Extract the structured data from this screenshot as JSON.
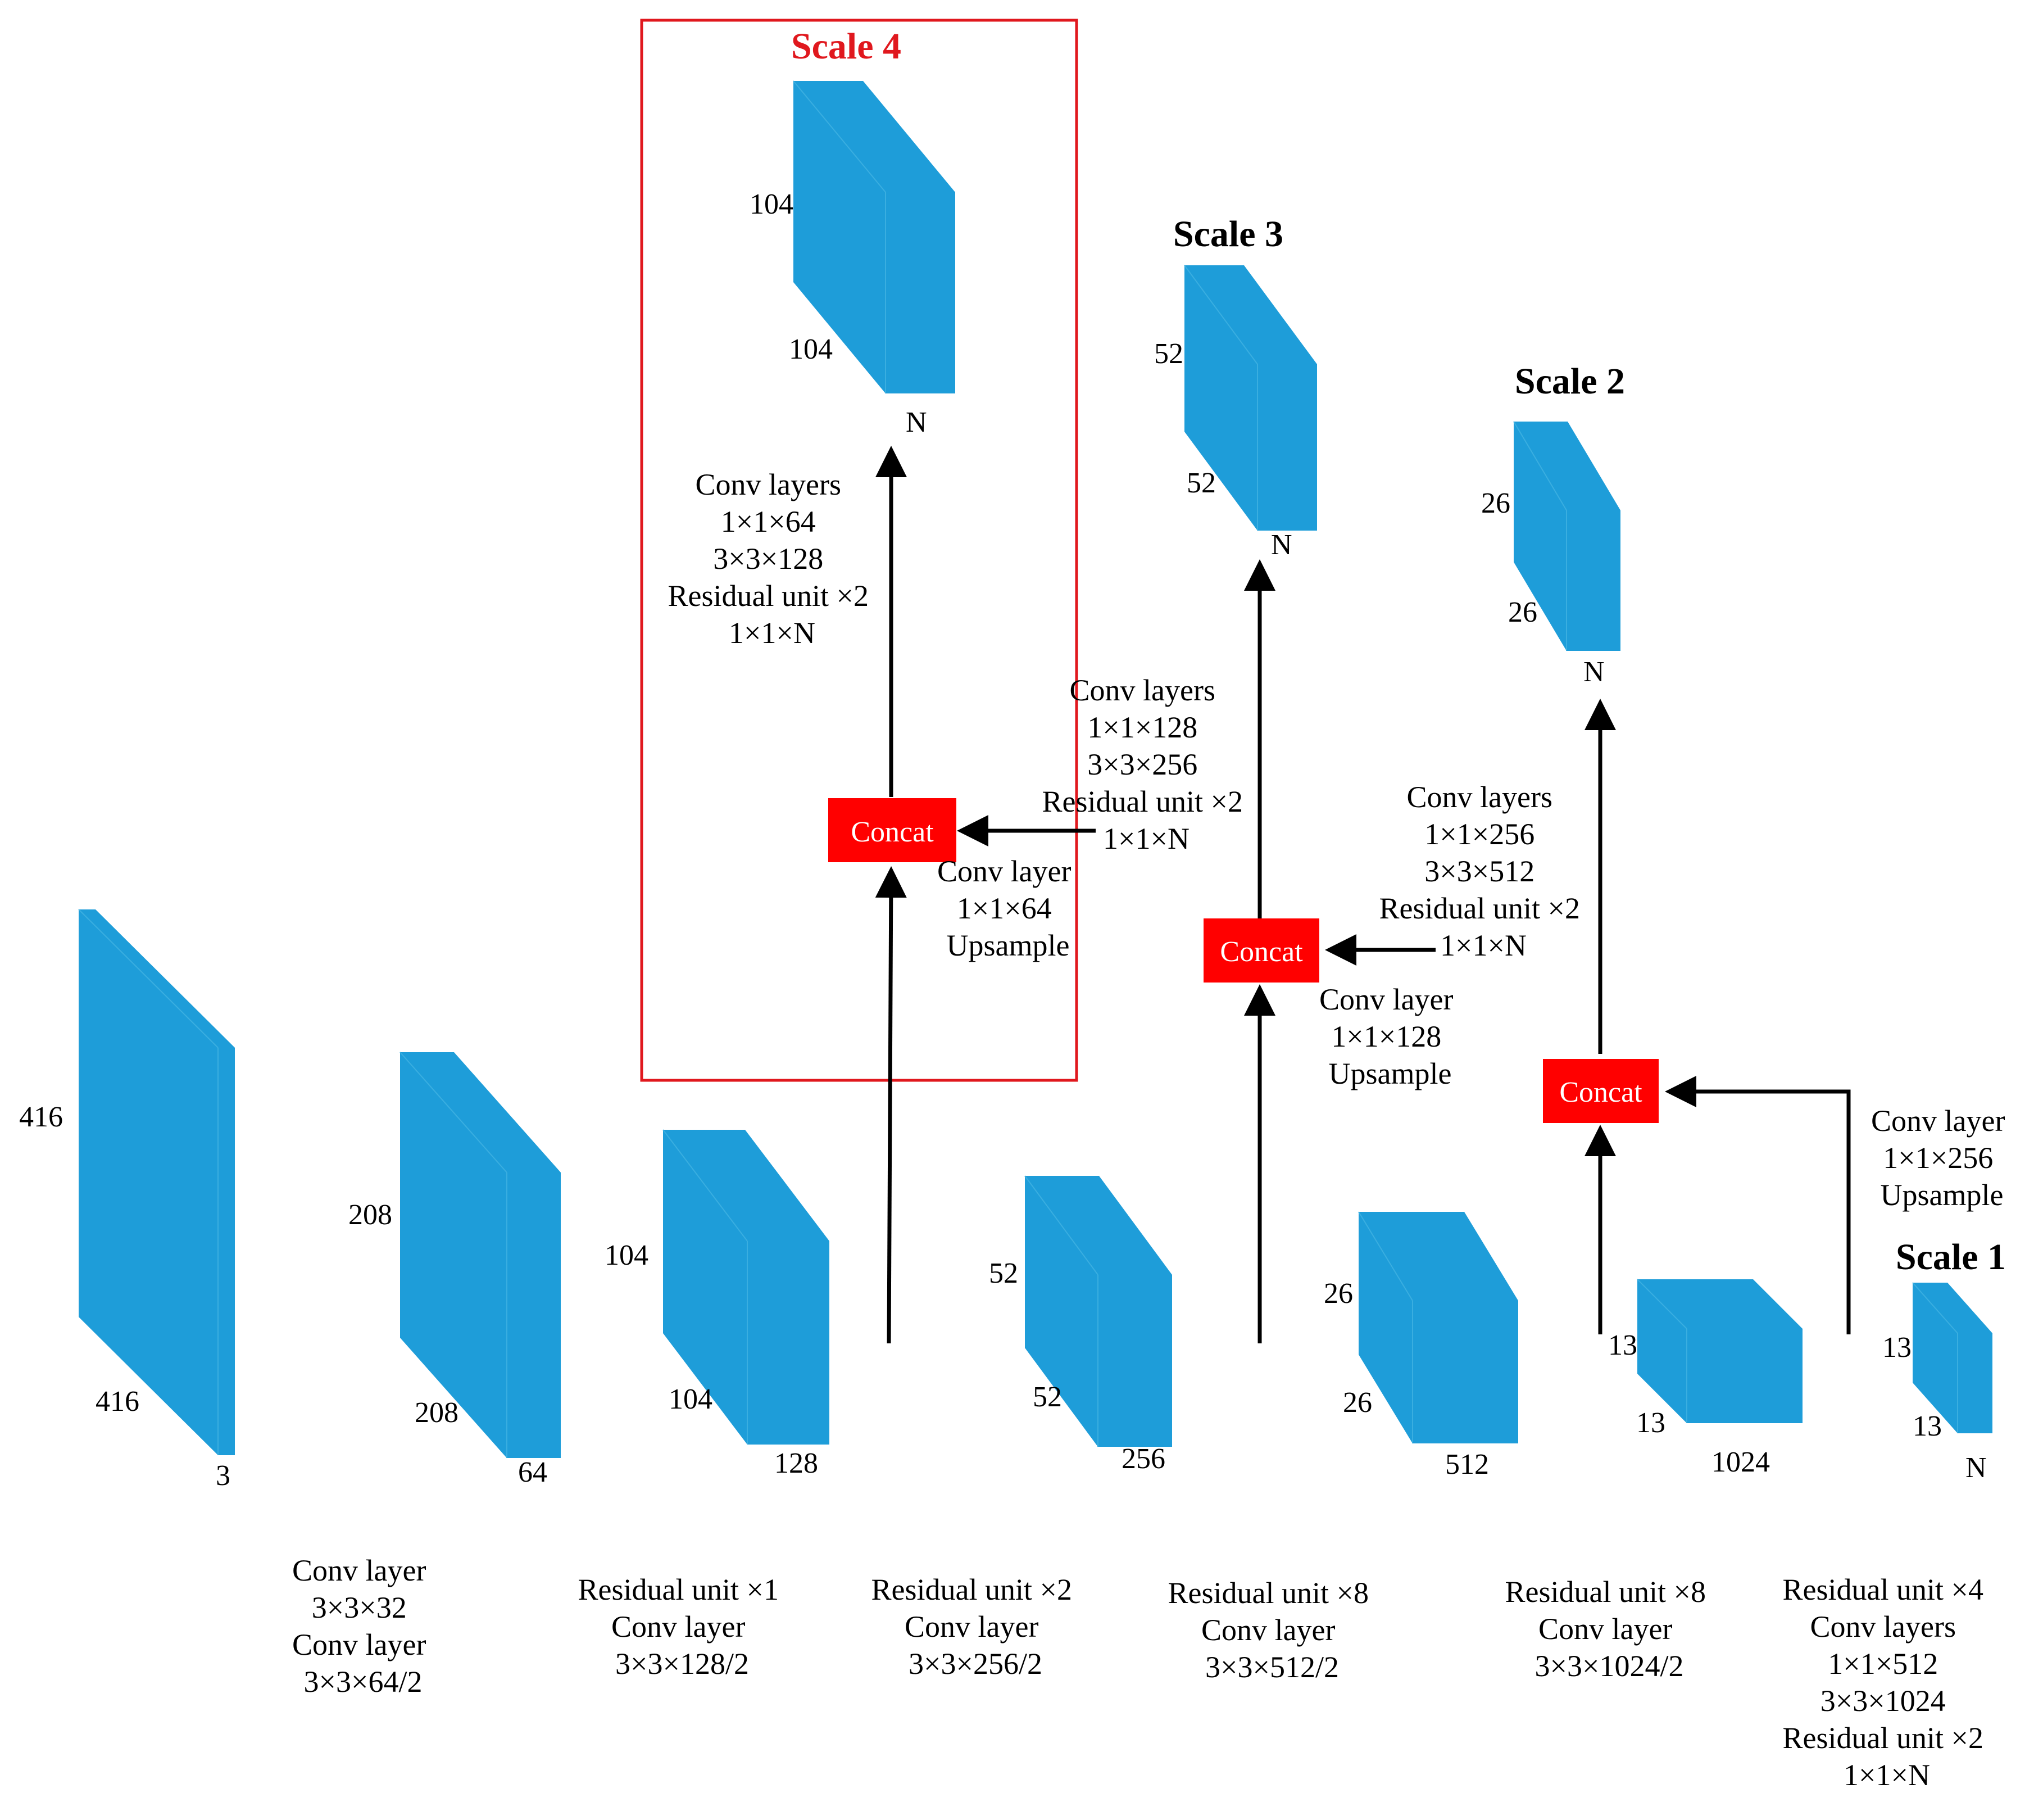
{
  "colors": {
    "block": "#1e9dd9",
    "concat": "#ff0000",
    "highlight": "#e0181e",
    "arrow": "#000000"
  },
  "scales": {
    "s4": "Scale 4",
    "s3": "Scale 3",
    "s2": "Scale 2",
    "s1": "Scale 1"
  },
  "concat_label": "Concat",
  "blocks": {
    "input": {
      "h": "416",
      "w": "416",
      "c": "3"
    },
    "l1": {
      "h": "208",
      "w": "208",
      "c": "64"
    },
    "l2": {
      "h": "104",
      "w": "104",
      "c": "128"
    },
    "l3": {
      "h": "52",
      "w": "52",
      "c": "256"
    },
    "l4": {
      "h": "26",
      "w": "26",
      "c": "512"
    },
    "l5": {
      "h": "13",
      "w": "13",
      "c": "1024"
    },
    "out1": {
      "h": "13",
      "w": "13",
      "c": "N"
    },
    "out2": {
      "h": "26",
      "w": "26",
      "c": "N"
    },
    "out3": {
      "h": "52",
      "w": "52",
      "c": "N"
    },
    "out4": {
      "h": "104",
      "w": "104",
      "c": "N"
    }
  },
  "captions": {
    "backbone1": [
      "Conv layer",
      "3×3×32",
      "Conv layer",
      "3×3×64/2"
    ],
    "backbone2": [
      "Residual unit ×1",
      "Conv layer",
      "3×3×128/2"
    ],
    "backbone3": [
      "Residual unit ×2",
      "Conv layer",
      "3×3×256/2"
    ],
    "backbone4": [
      "Residual unit ×8",
      "Conv layer",
      "3×3×512/2"
    ],
    "backbone5": [
      "Residual unit ×8",
      "Conv layer",
      "3×3×1024/2"
    ],
    "backbone6": [
      "Residual unit ×4",
      "Conv layers",
      "1×1×512",
      "3×3×1024",
      "Residual unit ×2",
      "1×1×N"
    ],
    "up1": [
      "Conv layer",
      "1×1×256",
      "Upsample"
    ],
    "up2": [
      "Conv layer",
      "1×1×128",
      "Upsample"
    ],
    "up3": [
      "Conv layer",
      "1×1×64",
      "Upsample"
    ],
    "head2": [
      "Conv layers",
      "1×1×256",
      "3×3×512",
      "Residual unit ×2",
      "1×1×N"
    ],
    "head3": [
      "Conv layers",
      "1×1×128",
      "3×3×256",
      "Residual unit ×2",
      "1×1×N"
    ],
    "head4": [
      "Conv layers",
      "1×1×64",
      "3×3×128",
      "Residual unit ×2",
      "1×1×N"
    ]
  }
}
